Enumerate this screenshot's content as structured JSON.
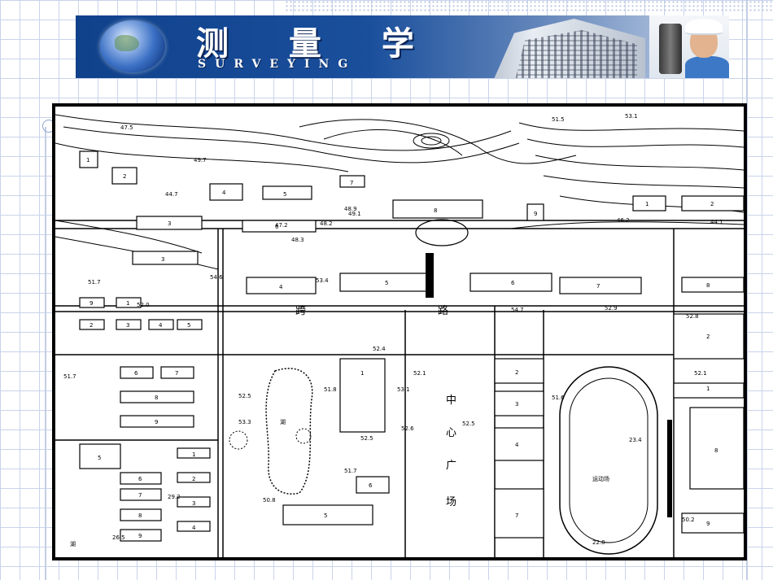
{
  "slide": {
    "background_grid_color": "#c9d3ea"
  },
  "banner": {
    "title_cn": "测 量 学",
    "title_en": "SURVEYING",
    "color": "#1a4f9c"
  },
  "map": {
    "labels": {
      "center_1": "中",
      "center_2": "心",
      "center_3": "广",
      "center_4": "场",
      "road_1": "跨",
      "road_2": "路",
      "track": "运动场",
      "pond": "湖",
      "corner": "湖"
    },
    "elevations": [
      "47.5",
      "49.7",
      "51.5",
      "53.1",
      "48.9",
      "44.7",
      "49.1",
      "47.2",
      "48.2",
      "48.3",
      "46.2",
      "44.1",
      "51.7",
      "52.0",
      "54.6",
      "53.4",
      "54.7",
      "52.9",
      "52.4",
      "51.7",
      "52.5",
      "51.8",
      "53.1",
      "52.6",
      "52.5",
      "51.7",
      "52.5",
      "52.8",
      "52.1",
      "29.2",
      "26.5",
      "50.8",
      "23.4",
      "50.2",
      "22.8",
      "53.3",
      "51.6",
      "52.1"
    ],
    "building_numbers": [
      "1",
      "2",
      "3",
      "4",
      "5",
      "6",
      "7",
      "8",
      "9"
    ]
  }
}
